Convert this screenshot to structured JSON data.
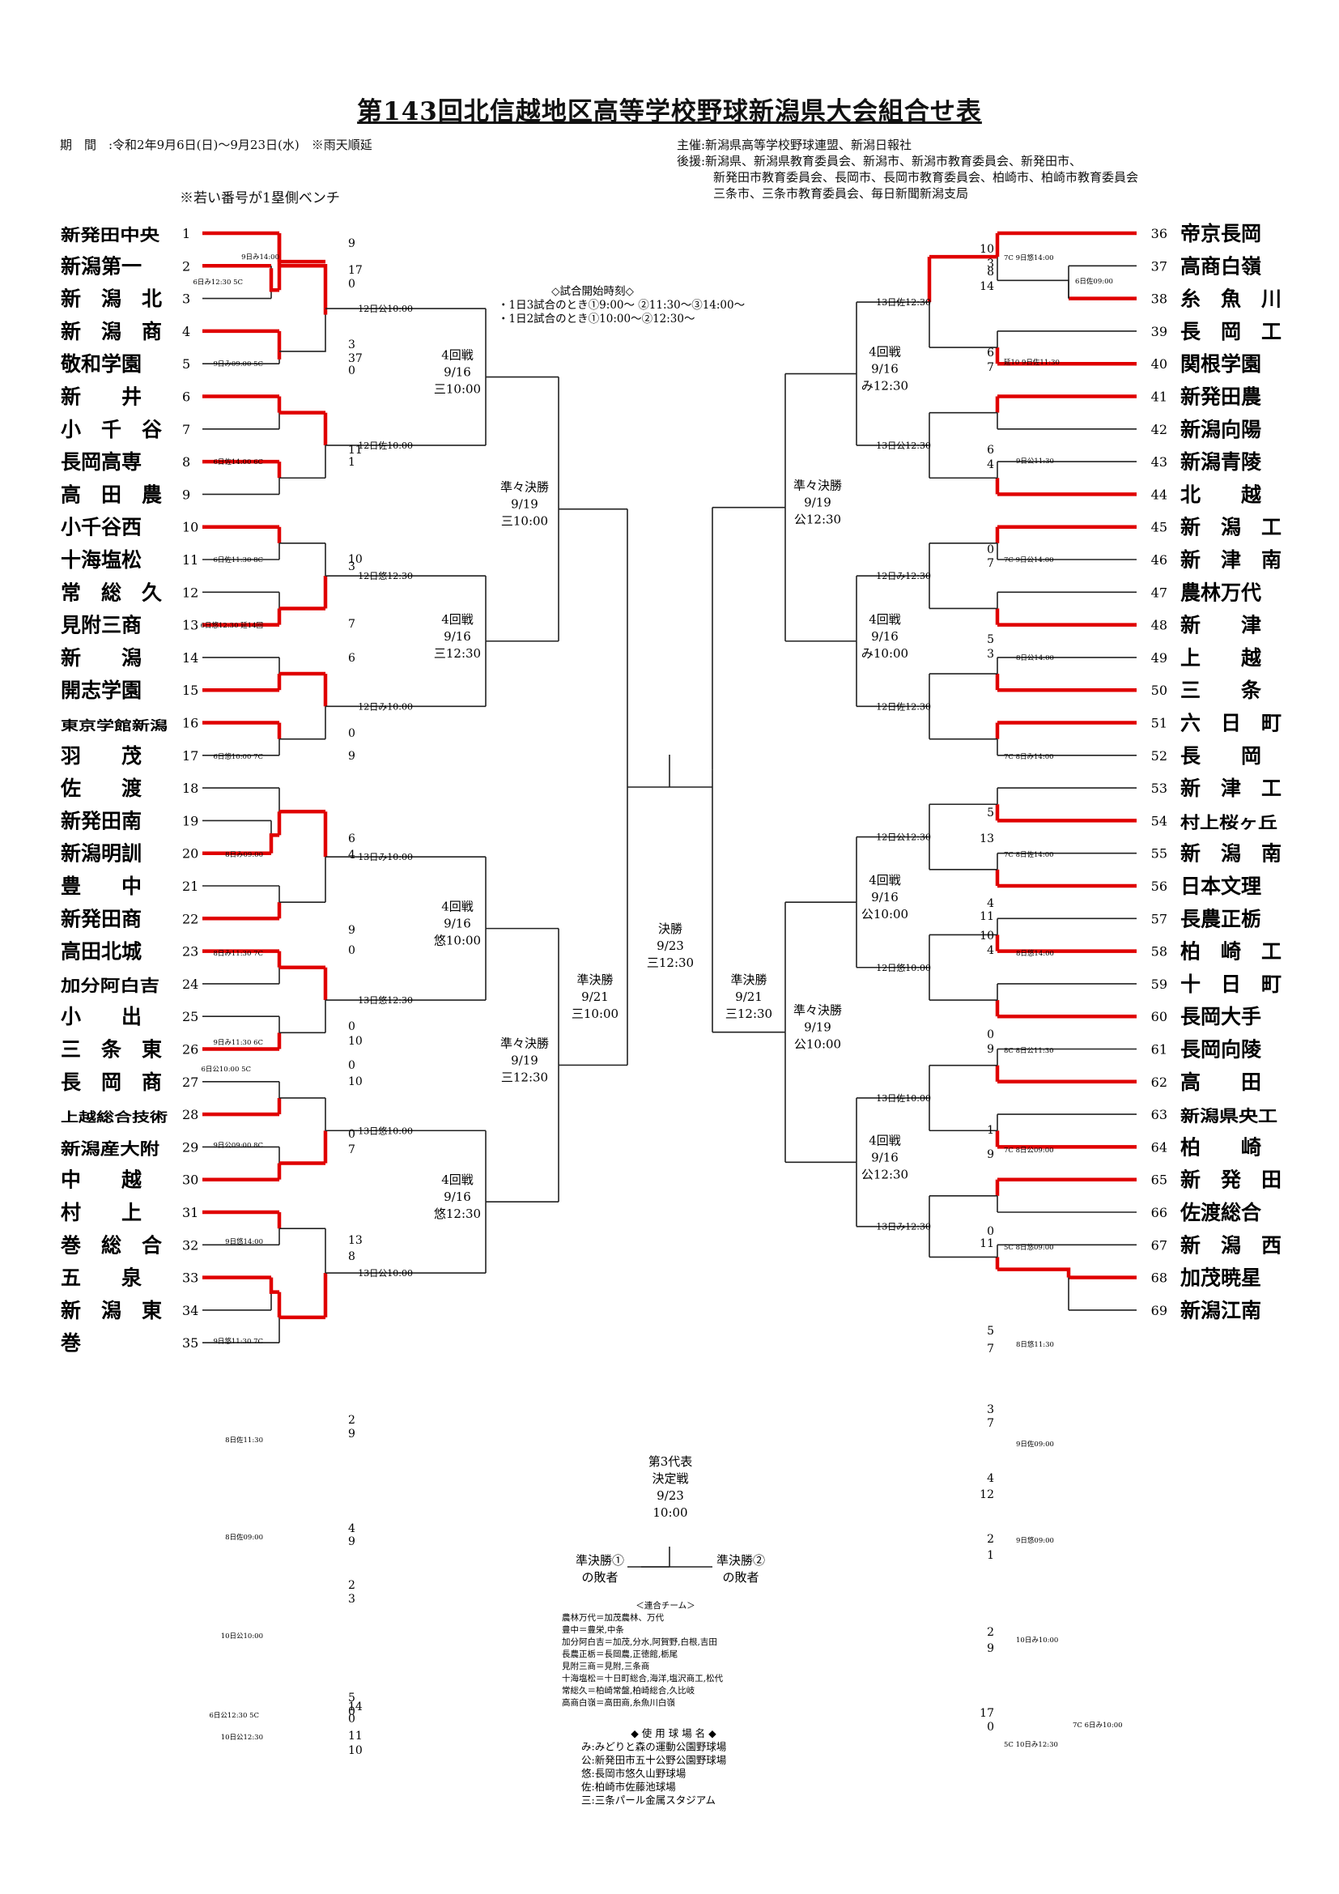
{
  "title": "第143回北信越地区高等学校野球新潟県大会組合せ表",
  "period": "期　間　:令和2年9月6日(日)～9月23日(水)　※雨天順延",
  "organizers": "主催:新潟県高等学校野球連盟、新潟日報社",
  "sponsors": [
    "後援:新潟県、新潟県教育委員会、新潟市、新潟市教育委員会、新発田市、",
    "　　　新発田市教育委員会、長岡市、長岡市教育委員会、柏崎市、柏崎市教育委員会",
    "　　　三条市、三条市教育委員会、毎日新聞新潟支局"
  ],
  "bench_note": "※若い番号が1塁側ベンチ",
  "start_times": [
    "◇試合開始時刻◇",
    "・1日3試合のとき①9:00～ ②11:30～③14:00～",
    "・1日2試合のとき①10:00～②12:30～"
  ],
  "left_teams": [
    {
      "no": "1",
      "name": "新発田中央"
    },
    {
      "no": "2",
      "name": "新潟第一"
    },
    {
      "no": "3",
      "name": "新潟北"
    },
    {
      "no": "4",
      "name": "新潟商"
    },
    {
      "no": "5",
      "name": "敬和学園"
    },
    {
      "no": "6",
      "name": "新井"
    },
    {
      "no": "7",
      "name": "小千谷"
    },
    {
      "no": "8",
      "name": "長岡高専"
    },
    {
      "no": "9",
      "name": "高田農"
    },
    {
      "no": "10",
      "name": "小千谷西"
    },
    {
      "no": "11",
      "name": "十海塩松"
    },
    {
      "no": "12",
      "name": "常総久"
    },
    {
      "no": "13",
      "name": "見附三商"
    },
    {
      "no": "14",
      "name": "新潟"
    },
    {
      "no": "15",
      "name": "開志学園"
    },
    {
      "no": "16",
      "name": "東京学館新潟"
    },
    {
      "no": "17",
      "name": "羽茂"
    },
    {
      "no": "18",
      "name": "佐渡"
    },
    {
      "no": "19",
      "name": "新発田南"
    },
    {
      "no": "20",
      "name": "新潟明訓"
    },
    {
      "no": "21",
      "name": "豊中"
    },
    {
      "no": "22",
      "name": "新発田商"
    },
    {
      "no": "23",
      "name": "高田北城"
    },
    {
      "no": "24",
      "name": "加分阿白吉"
    },
    {
      "no": "25",
      "name": "小出"
    },
    {
      "no": "26",
      "name": "三条東"
    },
    {
      "no": "27",
      "name": "長岡商"
    },
    {
      "no": "28",
      "name": "上越総合技術"
    },
    {
      "no": "29",
      "name": "新潟産大附"
    },
    {
      "no": "30",
      "name": "中越"
    },
    {
      "no": "31",
      "name": "村上"
    },
    {
      "no": "32",
      "name": "巻総合"
    },
    {
      "no": "33",
      "name": "五泉"
    },
    {
      "no": "34",
      "name": "新潟東"
    },
    {
      "no": "35",
      "name": "巻"
    }
  ],
  "right_teams": [
    {
      "no": "36",
      "name": "帝京長岡"
    },
    {
      "no": "37",
      "name": "高商白嶺"
    },
    {
      "no": "38",
      "name": "糸魚川"
    },
    {
      "no": "39",
      "name": "長岡工"
    },
    {
      "no": "40",
      "name": "関根学園"
    },
    {
      "no": "41",
      "name": "新発田農"
    },
    {
      "no": "42",
      "name": "新潟向陽"
    },
    {
      "no": "43",
      "name": "新潟青陵"
    },
    {
      "no": "44",
      "name": "北越"
    },
    {
      "no": "45",
      "name": "新潟工"
    },
    {
      "no": "46",
      "name": "新津南"
    },
    {
      "no": "47",
      "name": "農林万代"
    },
    {
      "no": "48",
      "name": "新津"
    },
    {
      "no": "49",
      "name": "上越"
    },
    {
      "no": "50",
      "name": "三条"
    },
    {
      "no": "51",
      "name": "六日町"
    },
    {
      "no": "52",
      "name": "長岡"
    },
    {
      "no": "53",
      "name": "新津工"
    },
    {
      "no": "54",
      "name": "村上桜ヶ丘"
    },
    {
      "no": "55",
      "name": "新潟南"
    },
    {
      "no": "56",
      "name": "日本文理"
    },
    {
      "no": "57",
      "name": "長農正栃"
    },
    {
      "no": "58",
      "name": "柏崎工"
    },
    {
      "no": "59",
      "name": "十日町"
    },
    {
      "no": "60",
      "name": "長岡大手"
    },
    {
      "no": "61",
      "name": "長岡向陵"
    },
    {
      "no": "62",
      "name": "高田"
    },
    {
      "no": "63",
      "name": "新潟県央工"
    },
    {
      "no": "64",
      "name": "柏崎"
    },
    {
      "no": "65",
      "name": "新発田"
    },
    {
      "no": "66",
      "name": "佐渡総合"
    },
    {
      "no": "67",
      "name": "新潟西"
    },
    {
      "no": "68",
      "name": "加茂暁星"
    },
    {
      "no": "69",
      "name": "新潟江南"
    }
  ],
  "match_labels": [
    "9日み14:00",
    "6日み12:30 5C",
    "9日み09:00 5C",
    "6日佐14:00 6C",
    "6日佐11:30 8C",
    "6日悠12:30 延14回",
    "6日悠10:00 7C",
    "8日み09:00",
    "8日み11:30 7C",
    "9日み11:30 6C",
    "6日公10:00 5C",
    "9日公09:00 8C",
    "9日悠14:00",
    "9日悠11:30 7C",
    "8日佐11:30",
    "8日佐09:00",
    "10日公10:00",
    "6日公12:30 5C",
    "10日公12:30",
    "7C 9日悠14:00",
    "6日佐09:00",
    "延10 9日佐11:30",
    "9日公11:30",
    "7C 9日公14:00",
    "8日公14:00",
    "7C 8日み14:00",
    "7C 8日佐14:00",
    "8日悠14:00",
    "8C 8日公11:30",
    "7C 8日公09:00",
    "5C 8日悠09:00",
    "8日悠11:30",
    "9日佐09:00",
    "9日悠09:00",
    "10日み10:00",
    "7C 6日み10:00",
    "5C 10日み12:30"
  ],
  "r2_labels": [
    "12日公10:00",
    "12日佐10:00",
    "12日悠12:30",
    "12日み10:00",
    "13日み10:00",
    "13日悠12:30",
    "13日悠10:00",
    "13日公10:00",
    "13日佐12:30",
    "13日公12:30",
    "12日み12:30",
    "12日佐12:30",
    "12日公12:30",
    "12日悠10:00",
    "13日佐10:00",
    "13日み12:30"
  ],
  "rounds": {
    "r4": [
      [
        "4回戦",
        "9/16",
        "三10:00"
      ],
      [
        "4回戦",
        "9/16",
        "三12:30"
      ],
      [
        "4回戦",
        "9/16",
        "悠10:00"
      ],
      [
        "4回戦",
        "9/16",
        "悠12:30"
      ],
      [
        "4回戦",
        "9/16",
        "み12:30"
      ],
      [
        "4回戦",
        "9/16",
        "み10:00"
      ],
      [
        "4回戦",
        "9/16",
        "公10:00"
      ],
      [
        "4回戦",
        "9/16",
        "公12:30"
      ]
    ],
    "qf": [
      [
        "準々決勝",
        "9/19",
        "三10:00"
      ],
      [
        "準々決勝",
        "9/19",
        "三12:30"
      ],
      [
        "準々決勝",
        "9/19",
        "公12:30"
      ],
      [
        "準々決勝",
        "9/19",
        "公10:00"
      ]
    ],
    "sf": [
      [
        "準決勝",
        "9/21",
        "三10:00"
      ],
      [
        "準決勝",
        "9/21",
        "三12:30"
      ]
    ],
    "final": [
      "決勝",
      "9/23",
      "三12:30"
    ],
    "third": [
      "第3代表",
      "決定戦",
      "9/23",
      "10:00"
    ],
    "loser_left": [
      "準決勝①",
      "の敗者"
    ],
    "loser_right": [
      "準決勝②",
      "の敗者"
    ]
  },
  "scores": {
    "left": [
      [
        "9",
        "17",
        "0"
      ],
      [
        "3",
        "37",
        "0"
      ],
      [
        "11",
        "1",
        "10",
        "3"
      ],
      [
        "7",
        "6",
        "0",
        "9"
      ],
      [
        "6",
        "4",
        "9",
        "0"
      ],
      [
        "0",
        "10",
        "0",
        "10"
      ],
      [
        "0",
        "7",
        "13",
        "8"
      ],
      [
        "2",
        "9",
        "4",
        "9"
      ],
      [
        "2",
        "3",
        "5",
        "0"
      ],
      [
        "14",
        "0",
        "11",
        "10"
      ]
    ],
    "right": [
      [
        "10",
        "3",
        "8",
        "14"
      ],
      [
        "6",
        "7",
        "6",
        "4"
      ],
      [
        "0",
        "7",
        "5",
        "3"
      ],
      [
        "5",
        "13",
        "4",
        "11"
      ],
      [
        "10",
        "4",
        "0",
        "9"
      ],
      [
        "1",
        "9",
        "0",
        "11"
      ],
      [
        "5",
        "7",
        "3",
        "7"
      ],
      [
        "4",
        "12",
        "2",
        "1"
      ],
      [
        "2",
        "9",
        "17",
        "0"
      ]
    ]
  },
  "combined_teams": [
    "＜連合チーム＞",
    "農林万代＝加茂農林、万代",
    "豊中＝豊栄,中条",
    "加分阿白吉＝加茂,分水,阿賀野,白根,吉田",
    "長農正栃＝長岡農,正徳館,栃尾",
    "見附三商＝見附,三条商",
    "十海塩松＝十日町総合,海洋,塩沢商工,松代",
    "常総久＝柏崎常盤,柏崎総合,久比岐",
    "高商白嶺＝高田商,糸魚川白嶺"
  ],
  "venues": [
    "◆ 使 用 球 場 名 ◆",
    "み:みどりと森の運動公園野球場",
    "公:新発田市五十公野公園野球場",
    "悠:長岡市悠久山野球場",
    "佐:柏崎市佐藤池球場",
    "三:三条パール金属スタジアム"
  ],
  "colors": {
    "win_line": "#e00000",
    "line": "#222222"
  }
}
